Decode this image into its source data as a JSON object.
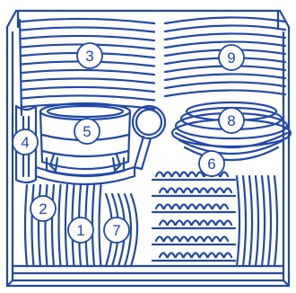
{
  "diagram": {
    "stroke_color": "#1f4aa8",
    "badge_fill": "#ffffff",
    "callouts": [
      {
        "id": "1",
        "label": "1"
      },
      {
        "id": "2",
        "label": "2"
      },
      {
        "id": "3",
        "label": "3"
      },
      {
        "id": "4",
        "label": "4"
      },
      {
        "id": "5",
        "label": "5"
      },
      {
        "id": "6",
        "label": "6"
      },
      {
        "id": "7",
        "label": "7"
      },
      {
        "id": "8",
        "label": "8"
      },
      {
        "id": "9",
        "label": "9"
      }
    ]
  }
}
